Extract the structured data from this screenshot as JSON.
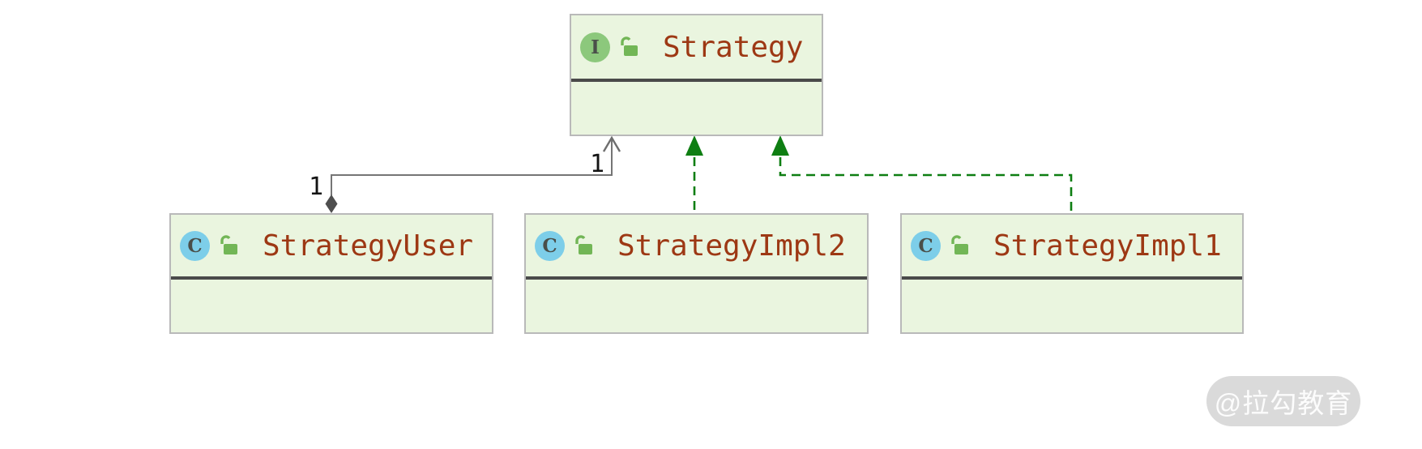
{
  "diagram": {
    "classes": [
      {
        "name": "Strategy",
        "stereotype": "interface",
        "badge": "I"
      },
      {
        "name": "StrategyUser",
        "stereotype": "class",
        "badge": "C"
      },
      {
        "name": "StrategyImpl2",
        "stereotype": "class",
        "badge": "C"
      },
      {
        "name": "StrategyImpl1",
        "stereotype": "class",
        "badge": "C"
      }
    ],
    "relations": [
      {
        "from": "StrategyUser",
        "to": "Strategy",
        "type": "aggregation",
        "source_multiplicity": "1",
        "target_multiplicity": "1"
      },
      {
        "from": "StrategyImpl2",
        "to": "Strategy",
        "type": "realization"
      },
      {
        "from": "StrategyImpl1",
        "to": "Strategy",
        "type": "realization"
      }
    ]
  },
  "colors": {
    "node_fill": "#EAF5DF",
    "node_border": "#B9B9B9",
    "member_separator": "#4A4A4A",
    "class_name_text": "#9D3814",
    "interface_badge": "#8CC87C",
    "class_badge": "#7DCEE9",
    "lock_icon": "#72B656",
    "realization_edge": "#0E7E12",
    "association_edge": "#757575",
    "aggregation_diamond": "#4E4E4E"
  },
  "watermark": {
    "text": "@拉勾教育"
  }
}
